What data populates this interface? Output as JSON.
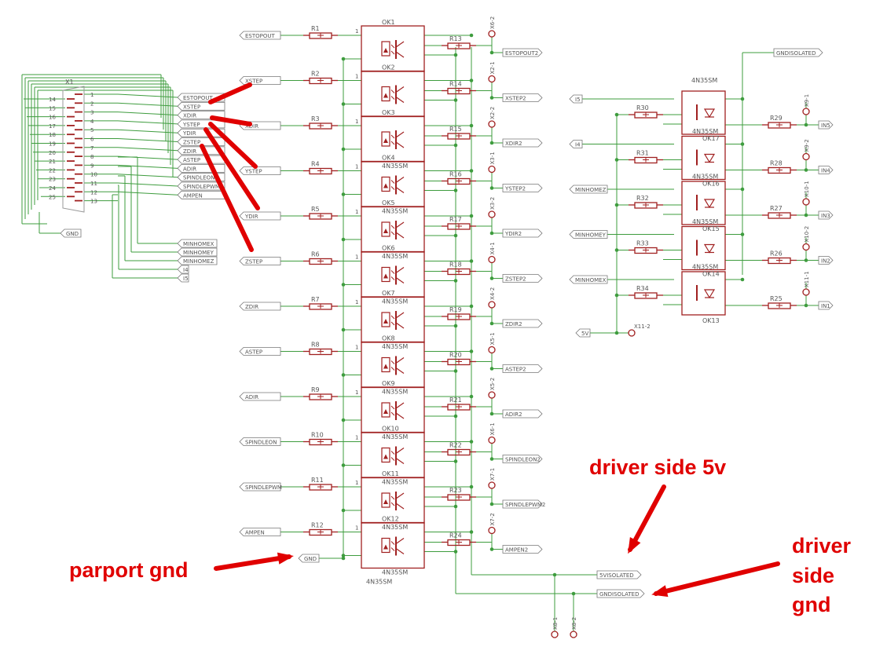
{
  "colors": {
    "wire": "#3e9c3e",
    "part": "#a02020",
    "label": "#555555",
    "annotation": "#e00000"
  },
  "connector": {
    "name": "X1",
    "pins_left": [
      "14",
      "15",
      "16",
      "17",
      "18",
      "19",
      "20",
      "21",
      "22",
      "23",
      "24",
      "25"
    ],
    "pins_right": [
      "1",
      "2",
      "3",
      "4",
      "5",
      "6",
      "7",
      "8",
      "9",
      "10",
      "11",
      "12",
      "13"
    ],
    "net_labels": [
      "ESTOPOUT",
      "XSTEP",
      "XDIR",
      "YSTEP",
      "YDIR",
      "ZSTEP",
      "ZDIR",
      "ASTEP",
      "ADIR",
      "SPINDLEON",
      "SPINDLEPWM",
      "AMPEN"
    ],
    "gnd_label": "GND",
    "home_labels": [
      "MINHOMEX",
      "MINHOMEY",
      "MINHOMEZ",
      "I4",
      "I5"
    ]
  },
  "outputs": [
    {
      "in_label": "ESTOPOUT",
      "r_in": "R1",
      "ok_name": "OK1",
      "ok_type": "",
      "r_out": "R13",
      "conn": "X6-2",
      "out_label": "ESTOPOUT2"
    },
    {
      "in_label": "XSTEP",
      "r_in": "R2",
      "ok_name": "OK2",
      "ok_type": "4N35SM",
      "r_out": "R14",
      "conn": "X2-1",
      "out_label": "XSTEP2"
    },
    {
      "in_label": "XDIR",
      "r_in": "R3",
      "ok_name": "OK3",
      "ok_type": "4N35SM",
      "r_out": "R15",
      "conn": "X2-2",
      "out_label": "XDIR2"
    },
    {
      "in_label": "YSTEP",
      "r_in": "R4",
      "ok_name": "OK4",
      "ok_type": "4N35SM",
      "r_out": "R16",
      "conn": "X3-1",
      "out_label": "YSTEP2"
    },
    {
      "in_label": "YDIR",
      "r_in": "R5",
      "ok_name": "OK5",
      "ok_type": "4N35SM",
      "r_out": "R17",
      "conn": "X3-2",
      "out_label": "YDIR2"
    },
    {
      "in_label": "ZSTEP",
      "r_in": "R6",
      "ok_name": "OK6",
      "ok_type": "4N35SM",
      "r_out": "R18",
      "conn": "X4-1",
      "out_label": "ZSTEP2"
    },
    {
      "in_label": "ZDIR",
      "r_in": "R7",
      "ok_name": "OK7",
      "ok_type": "4N35SM",
      "r_out": "R19",
      "conn": "X4-2",
      "out_label": "ZDIR2"
    },
    {
      "in_label": "ASTEP",
      "r_in": "R8",
      "ok_name": "OK8",
      "ok_type": "4N35SM",
      "r_out": "R20",
      "conn": "X5-1",
      "out_label": "ASTEP2"
    },
    {
      "in_label": "ADIR",
      "r_in": "R9",
      "ok_name": "OK9",
      "ok_type": "4N35SM",
      "r_out": "R21",
      "conn": "X5-2",
      "out_label": "ADIR2"
    },
    {
      "in_label": "SPINDLEON",
      "r_in": "R10",
      "ok_name": "OK10",
      "ok_type": "4N35SM",
      "r_out": "R22",
      "conn": "X6-1",
      "out_label": "SPINDLEON2"
    },
    {
      "in_label": "SPINDLEPWM",
      "r_in": "R11",
      "ok_name": "OK11",
      "ok_type": "4N35SM",
      "r_out": "R23",
      "conn": "X7-1",
      "out_label": "SPINDLEPWM2"
    },
    {
      "in_label": "AMPEN",
      "r_in": "R12",
      "ok_name": "OK12",
      "ok_type": "4N35SM",
      "r_out": "R24",
      "conn": "X7-2",
      "out_label": "AMPEN2"
    }
  ],
  "last_ok_type": "4N35SM",
  "gnd_in_label": "GND",
  "iso5v_label": "5VISOLATED",
  "gndiso_label": "GNDISOLATED",
  "bottom_conns": [
    "X8-1",
    "X8-2"
  ],
  "inputs": {
    "gnd_label": "GNDISOLATED",
    "top_type": "4N35SM",
    "rows": [
      {
        "in_label": "I5",
        "r_in": "R30",
        "r_out": "R29",
        "conn": "X9-1",
        "out_label": "IN5",
        "ok_name": "OK17",
        "ok_type": "4N35SM"
      },
      {
        "in_label": "I4",
        "r_in": "R31",
        "r_out": "R28",
        "conn": "X9-2",
        "out_label": "IN4",
        "ok_name": "OK16",
        "ok_type": "4N35SM"
      },
      {
        "in_label": "MINHOMEZ",
        "r_in": "R32",
        "r_out": "R27",
        "conn": "X10-1",
        "out_label": "IN3",
        "ok_name": "OK15",
        "ok_type": "4N35SM"
      },
      {
        "in_label": "MINHOMEY",
        "r_in": "R33",
        "r_out": "R26",
        "conn": "X10-2",
        "out_label": "IN2",
        "ok_name": "OK14",
        "ok_type": "4N35SM"
      },
      {
        "in_label": "MINHOMEX",
        "r_in": "R34",
        "r_out": "R25",
        "conn": "X11-1",
        "out_label": "IN1",
        "ok_name": "",
        "ok_type": ""
      }
    ],
    "bottom_ok_name": "OK13",
    "v5_label": "5V",
    "v5_conn": "X11-2"
  },
  "annotations": {
    "driver_5v": "driver side 5v",
    "parport_gnd": "parport gnd",
    "driver_gnd": [
      "driver",
      "side",
      "gnd"
    ]
  }
}
